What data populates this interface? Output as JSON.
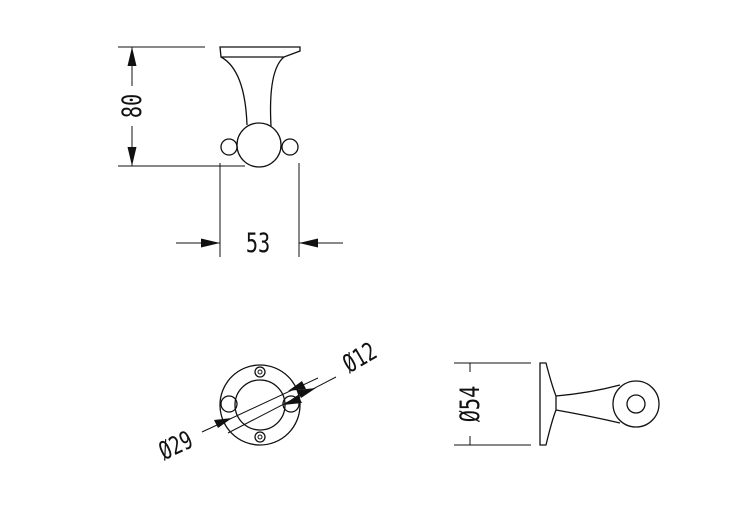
{
  "drawing": {
    "front_view": {
      "height_dimension": "80",
      "width_dimension": "53"
    },
    "top_view": {
      "base_diameter_dimension": "Ø29",
      "ball_diameter_dimension": "Ø12"
    },
    "side_view": {
      "flange_diameter_dimension": "Ø54"
    }
  }
}
